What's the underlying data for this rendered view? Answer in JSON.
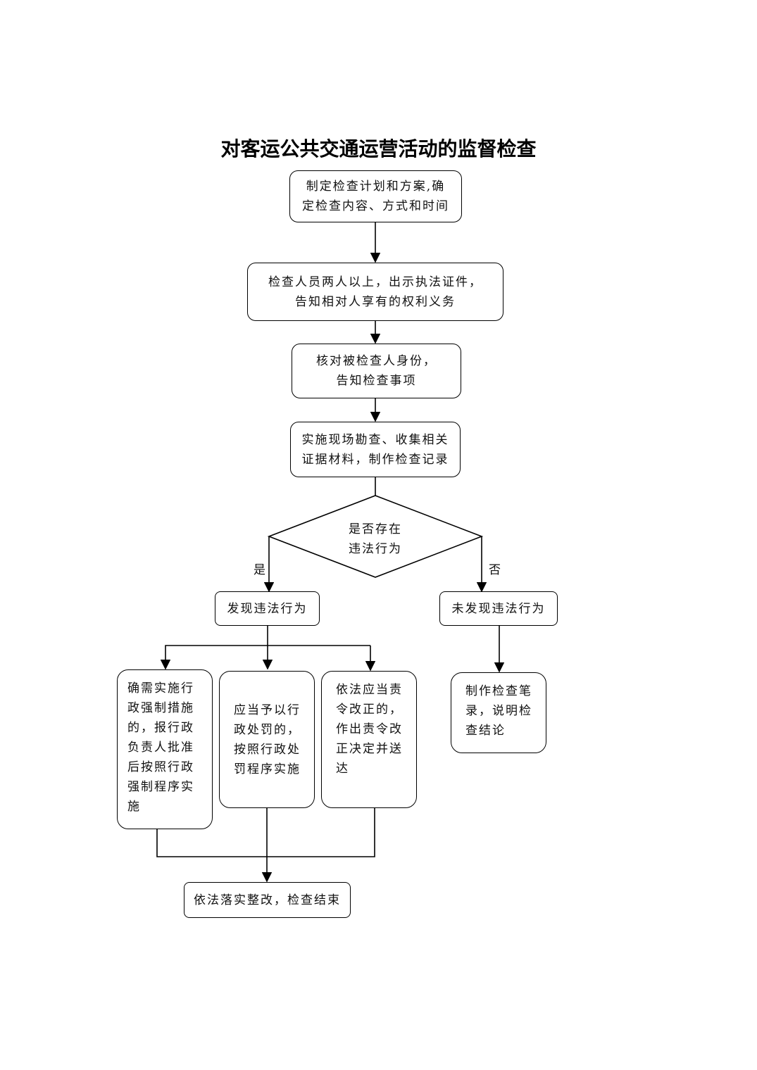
{
  "title": "对客运公共交通运营活动的监督检查",
  "steps": {
    "plan": "制定检查计划和方案,确\n定检查内容、方式和时间",
    "present_id": "检查人员两人以上，出示执法证件，\n告知相对人享有的权利义务",
    "verify": "核对被检查人身份，\n告知检查事项",
    "inspect": "实施现场勘查、收集相关\n证据材料，制作检查记录",
    "decision": "是否存在\n违法行为",
    "found": "发现违法行为",
    "not_found": "未发现违法行为",
    "coercive": "确需实施行\n政强制措施\n的，报行政\n负责人批准\n后按照行政\n强制程序实\n施",
    "penalty": "应当予以行\n政处罚的，\n按照行政处\n罚程序实施",
    "rectify_order": "依法应当责\n令改正的，\n作出责令改\n正决定并送\n达",
    "record": "制作检查笔\n录，说明检\n查结论",
    "end": "依法落实整改，检查结束"
  },
  "branch_labels": {
    "yes": "是",
    "no": "否"
  }
}
